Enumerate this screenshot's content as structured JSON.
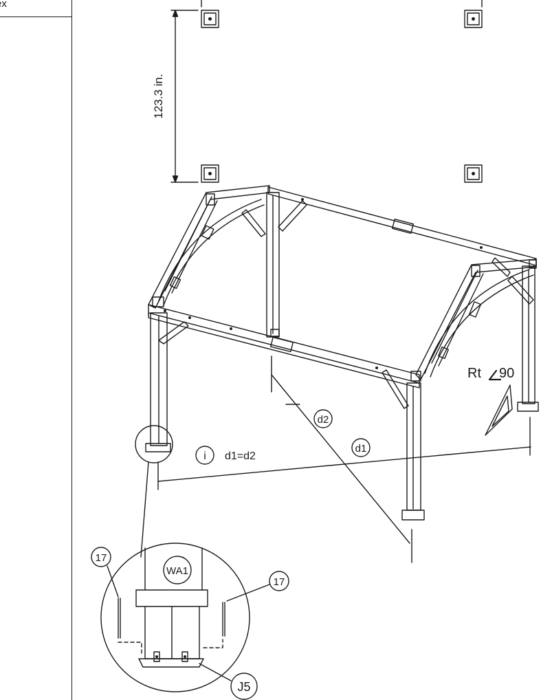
{
  "sidebar": {
    "label": "ex"
  },
  "dimension": {
    "label": "123.3 in."
  },
  "note": {
    "info_icon": "i",
    "text": "d1=d2"
  },
  "angle": {
    "prefix": "Rt",
    "value": "90"
  },
  "callouts": {
    "d1": "d1",
    "d2": "d2",
    "part_17_left": "17",
    "part_17_right": "17",
    "wa1": "WA1",
    "j5": "J5"
  },
  "colors": {
    "ink": "#1a1a1a",
    "paper": "#ffffff"
  }
}
